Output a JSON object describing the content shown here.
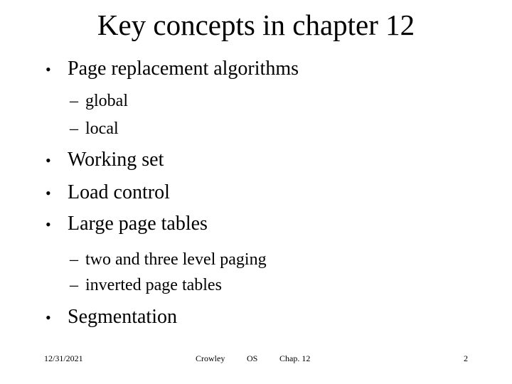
{
  "slide": {
    "title": "Key concepts in chapter 12",
    "markers": {
      "level1": "•",
      "level2": "–"
    },
    "bullets": [
      {
        "level": 1,
        "text": "Page replacement algorithms"
      },
      {
        "level": 2,
        "text": "global"
      },
      {
        "level": 2,
        "text": "local"
      },
      {
        "level": 1,
        "text": "Working set"
      },
      {
        "level": 1,
        "text": "Load control"
      },
      {
        "level": 1,
        "text": "Large page tables"
      },
      {
        "level": 2,
        "text": "two and three level paging"
      },
      {
        "level": 2,
        "text": "inverted page tables"
      },
      {
        "level": 1,
        "text": "Segmentation"
      }
    ],
    "footer": {
      "date": "12/31/2021",
      "author": "Crowley",
      "course": "OS",
      "chapter": "Chap. 12",
      "page_number": "2"
    },
    "colors": {
      "background": "#ffffff",
      "text": "#000000"
    }
  }
}
